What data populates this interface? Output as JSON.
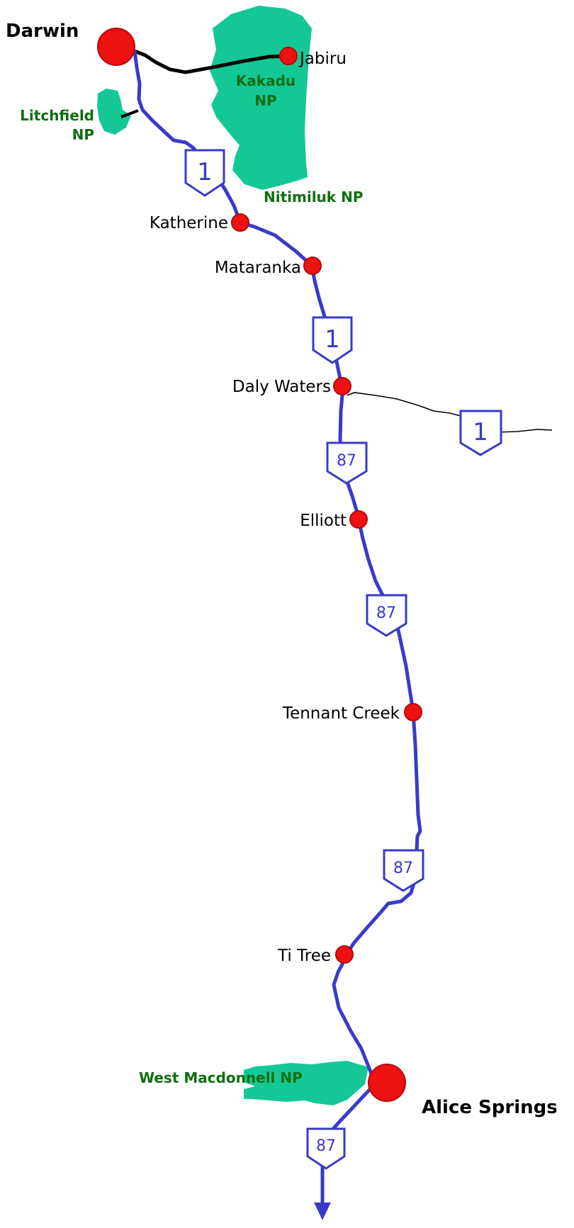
{
  "colors": {
    "highway": "#3a3ac8",
    "park_fill": "#14c896",
    "park_text": "#0f6e0f",
    "town_dot": "#ee1111",
    "minor_road": "#000000"
  },
  "cities": {
    "darwin": "Darwin",
    "alice_springs": "Alice Springs"
  },
  "towns": {
    "jabiru": "Jabiru",
    "katherine": "Katherine",
    "mataranka": "Mataranka",
    "daly_waters": "Daly Waters",
    "elliott": "Elliott",
    "tennant_creek": "Tennant Creek",
    "ti_tree": "Ti Tree"
  },
  "parks": {
    "litchfield_line1": "Litchfield",
    "litchfield_line2": "NP",
    "kakadu_line1": "Kakadu",
    "kakadu_line2": "NP",
    "nitmiluk": "Nitimiluk NP",
    "west_macdonnell": "West Macdonnell NP"
  },
  "shields": {
    "route_1": "1",
    "route_87": "87"
  },
  "icons": {
    "route_shield": "route-shield-icon",
    "continuation_arrow": "arrow-down-icon",
    "town_marker": "red-dot-icon"
  }
}
